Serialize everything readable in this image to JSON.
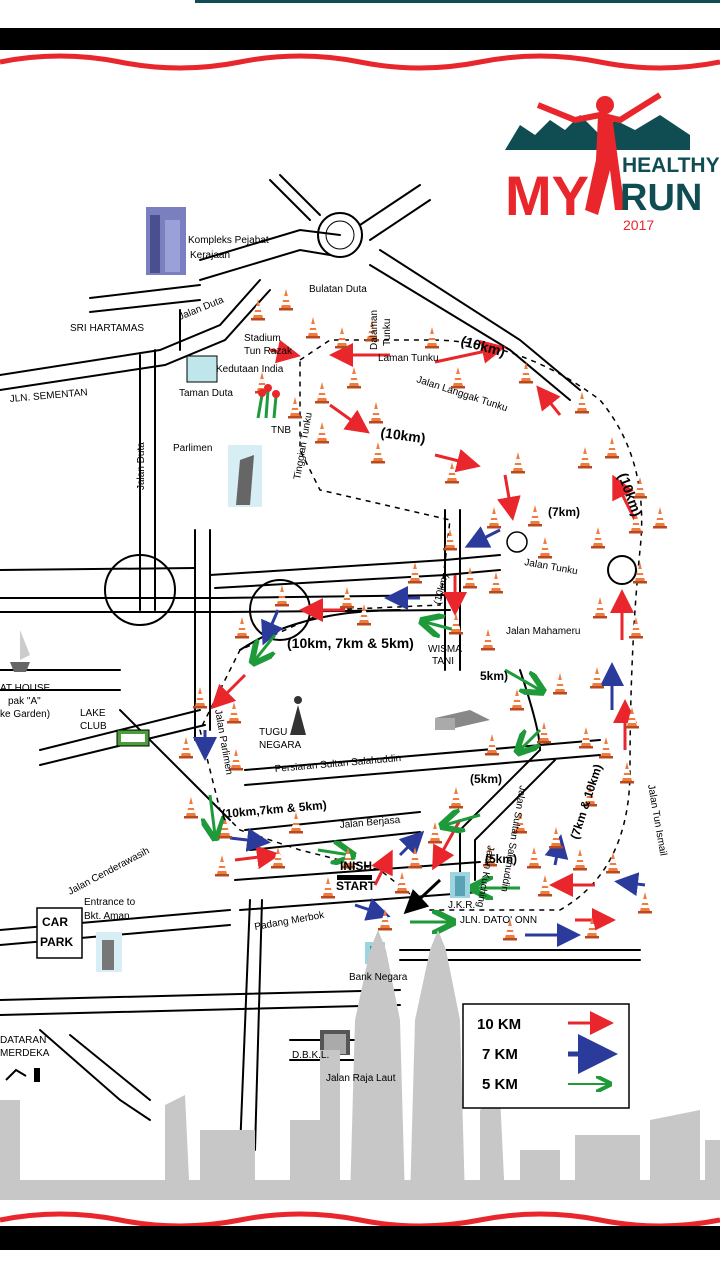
{
  "logo": {
    "my": "MY",
    "healthy": "HEALTHY",
    "run": "RUN",
    "year": "2017"
  },
  "places": {
    "kompleks": "Kompleks Pejabat",
    "kerajaan": "Kerajaan",
    "bulatan_duta": "Bulatan Duta",
    "jalan_duta_top": "Jalan Duta",
    "sri_hartamas": "SRI HARTAMAS",
    "jln_sementan": "JLN. SEMENTAN",
    "stadium": "Stadium",
    "tun_razak": "Tun Razak",
    "kedutaan": "Kedutaan India",
    "taman_duta": "Taman Duta",
    "tnb": "TNB",
    "parlimen": "Parlimen",
    "jalan_duta": "Jalan Duta",
    "tinggian_tunku": "Tinggian Tunku",
    "dalaman": "Dalaman",
    "tunku": "Tunku",
    "taman_tunku": "Laman Tunku",
    "langgak_tunku": "Jalan Langgak Tunku",
    "jalan_tunku": "Jalan Tunku",
    "jalan_mahameru": "Jalan Mahameru",
    "wisma": "WISMA",
    "tani": "TANI",
    "boat_house": "AT HOUSE",
    "pak_a": "pak \"A\"",
    "ke_garden": "ke Garden)",
    "lake": "LAKE",
    "club": "CLUB",
    "tugu": "TUGU",
    "negara": "NEGARA",
    "jalan_parlimen": "Jalan Parlimen",
    "persiaran": "Persiaran Sultan Salahuddin",
    "jalan_berjasa": "Jalan   Berjasa",
    "jalan_cenderawasih": "Jalan Cenderawasih",
    "entrance": "Entrance to",
    "bkt_aman": "Bkt. Aman",
    "car": "CAR",
    "park": "PARK",
    "finish": "INISH",
    "start": "START",
    "padang_merbok": "Padang Merbok",
    "jkr": "J.K.R.",
    "dato_onn": "JLN. DATO' ONN",
    "bank_negara": "Bank Negara",
    "dataran": "DATARAN",
    "merdeka": "MERDEKA",
    "dbkl": "D.B.K.L.",
    "raja_laut": "Jalan Raja Laut",
    "tun_ismail": "Jalan Tun Ismail",
    "sultan_salahuddin": "Jalan Sultan Salahuddin",
    "kuching": "Jalan Kuching"
  },
  "route_labels": {
    "r10_top": "(10km)",
    "r10_mid": "(10km)",
    "r10_right": "(10km)",
    "r7": "(7km)",
    "r10_small": "(10km)",
    "r_all": "(10km, 7km & 5km)",
    "r5a": "5km)",
    "r5b": "(5km)",
    "r5c": "(5km)",
    "r7_10": "(7km & 10km)",
    "r_all2": "(10km,7km & 5km)"
  },
  "legend": {
    "items": [
      {
        "label": "10 KM",
        "color": "#e8262b"
      },
      {
        "label": "7 KM",
        "color": "#2a3b9c"
      },
      {
        "label": "5 KM",
        "color": "#1e9a3a"
      }
    ]
  },
  "colors": {
    "red": "#e8262b",
    "blue": "#2a3b9c",
    "green": "#1e9a3a",
    "teal": "#0f4d52",
    "skyline": "#c7c7c7"
  }
}
